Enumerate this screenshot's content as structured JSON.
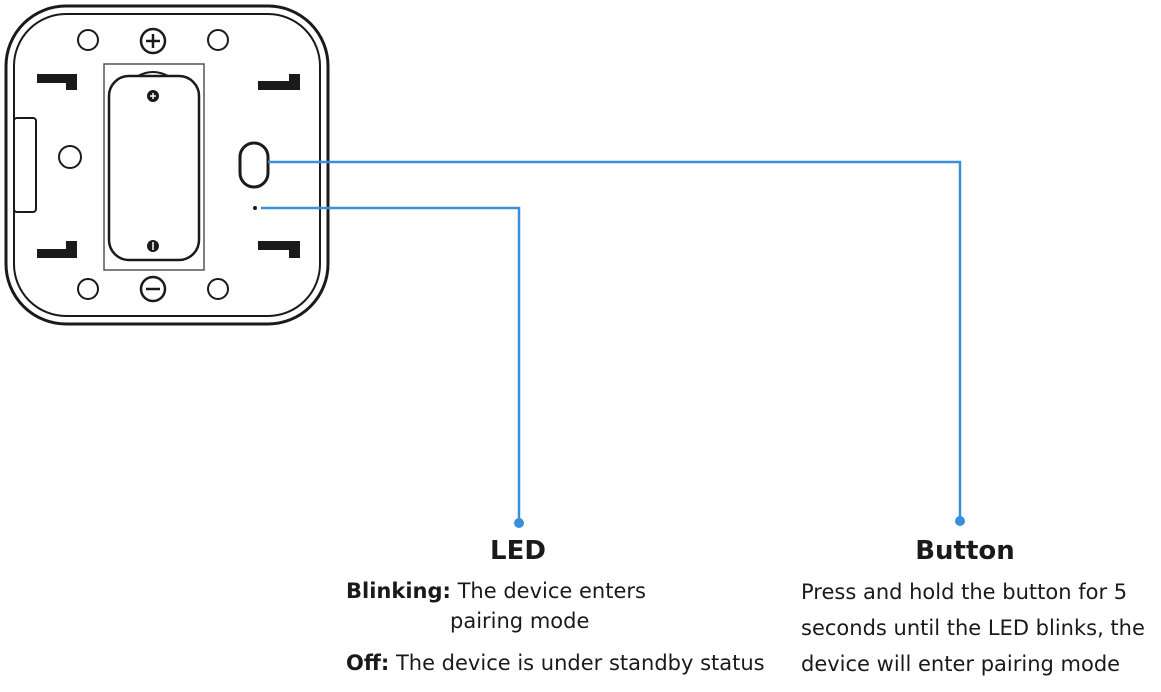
{
  "colors": {
    "outline": "#1a1a1a",
    "leader_line": "#3a8fdc"
  },
  "icons": [
    "plus-symbol",
    "minus-symbol",
    "battery",
    "button",
    "led-dot"
  ],
  "led": {
    "heading": "LED",
    "blinking_label": "Blinking:",
    "blinking_text_line1": "The device enters",
    "blinking_text_line2": "pairing mode",
    "off_label": "Off:",
    "off_text": "The device is under standby status"
  },
  "button": {
    "heading": "Button",
    "description_lines": [
      "Press and hold the button for 5",
      "seconds until the LED blinks, the",
      "device will enter pairing mode"
    ]
  }
}
